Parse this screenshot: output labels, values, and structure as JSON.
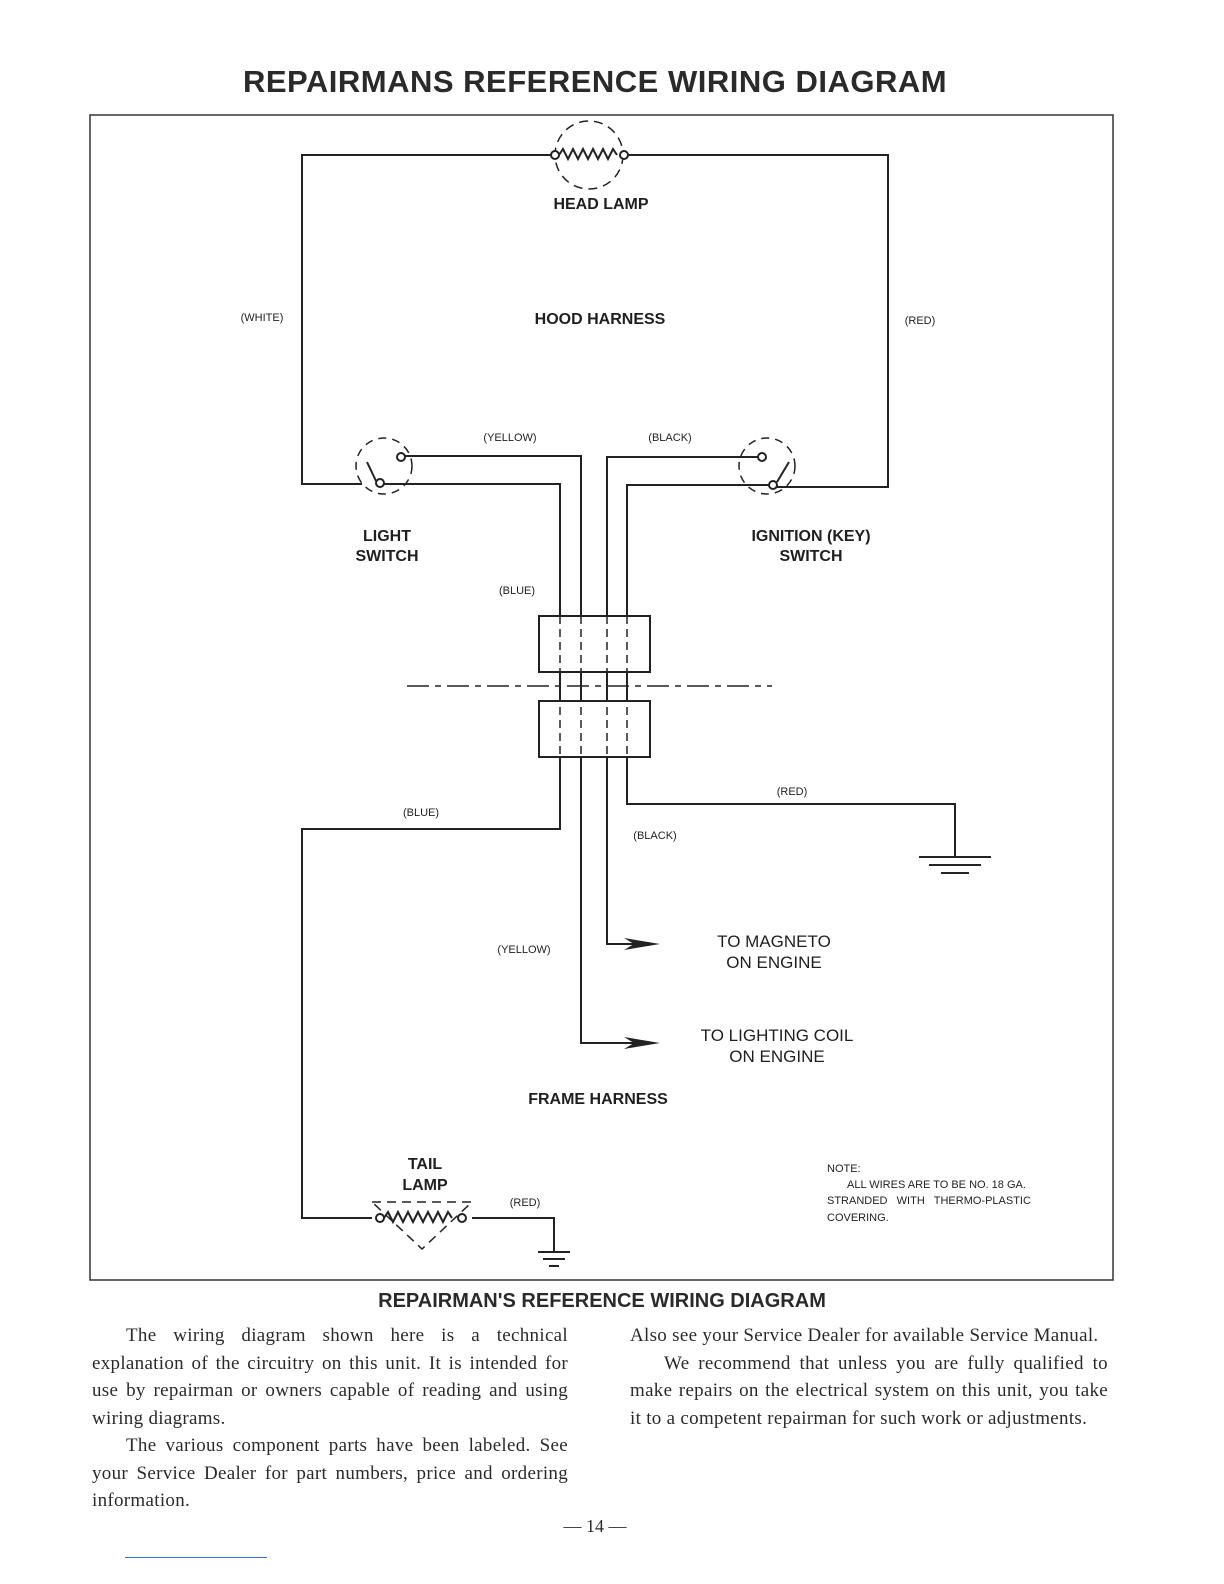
{
  "title": "REPAIRMANS REFERENCE WIRING DIAGRAM",
  "components": {
    "head_lamp": "HEAD LAMP",
    "light_switch": [
      "LIGHT",
      "SWITCH"
    ],
    "ignition_switch": [
      "IGNITION (KEY)",
      "SWITCH"
    ],
    "tail_lamp": [
      "TAIL",
      "LAMP"
    ]
  },
  "harnesses": {
    "hood": "HOOD HARNESS",
    "frame": "FRAME HARNESS"
  },
  "wire_labels": {
    "white": "(WHITE)",
    "red_top": "(RED)",
    "yellow_top": "(YELLOW)",
    "black_top": "(BLACK)",
    "blue_top": "(BLUE)",
    "blue_lower": "(BLUE)",
    "red_ground": "(RED)",
    "black_lower": "(BLACK)",
    "yellow_lower": "(YELLOW)",
    "red_tail": "(RED)"
  },
  "destinations": {
    "magneto": [
      "TO MAGNETO",
      "ON ENGINE"
    ],
    "lighting_coil": [
      "TO LIGHTING COIL",
      "ON ENGINE"
    ]
  },
  "note": {
    "heading": "NOTE:",
    "lines": [
      "ALL WIRES ARE TO BE NO. 18 GA.",
      "STRANDED   WITH   THERMO-PLASTIC",
      "COVERING."
    ]
  },
  "caption": "REPAIRMAN'S REFERENCE WIRING DIAGRAM",
  "body": {
    "left_p1": "The wiring diagram shown here is a technical explanation of the circuitry on this unit. It is intended for use by repairman or owners capable of reading and using wiring diagrams.",
    "left_p2": "The various component parts have been labeled. See your Service Dealer for part numbers, price and ordering information.",
    "right_p1": "Also see your Service Dealer for available Service Manual.",
    "right_p2": "We recommend that unless you are fully qualified to make repairs on the electrical system on this unit, you take it to a competent repairman for such work or adjustments."
  },
  "page_number": "— 14 —"
}
